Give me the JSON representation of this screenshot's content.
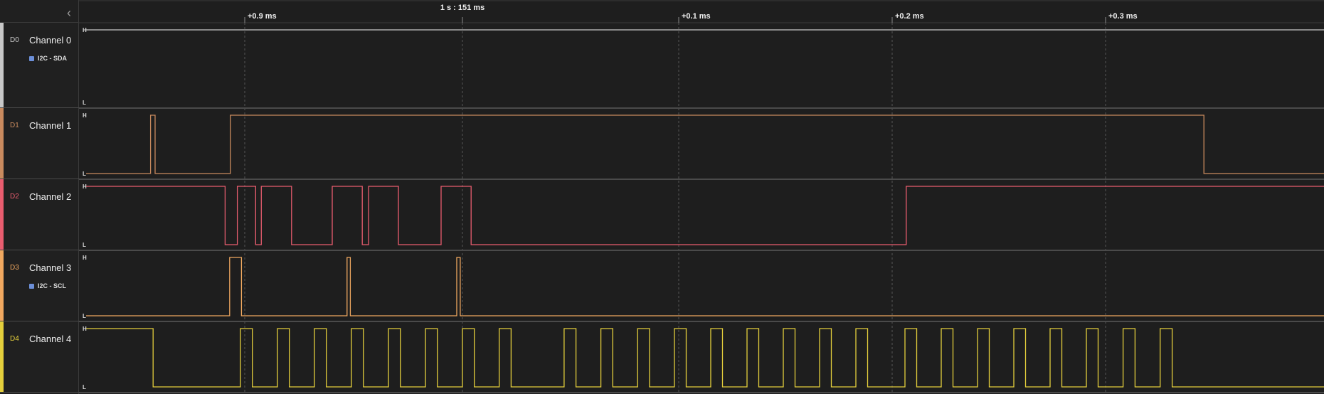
{
  "timeline": {
    "center_label": "1 s : 151 ms",
    "ticks": [
      {
        "label": "+0.9 ms",
        "t": 0.9
      },
      {
        "label": "+0.1 ms",
        "t": 1.1
      },
      {
        "label": "+0.2 ms",
        "t": 1.2
      },
      {
        "label": "+0.3 ms",
        "t": 1.3
      }
    ],
    "time_start": 0.824,
    "time_end": 1.4
  },
  "collapse_icon": "chevron-left-icon",
  "level_labels": {
    "high": "H",
    "low": "L"
  },
  "channels": [
    {
      "id": "D0",
      "name": "Channel 0",
      "color": "#c8c8c8",
      "analyzer": "I2C - SDA",
      "initial": 1,
      "transitions": []
    },
    {
      "id": "D1",
      "name": "Channel 1",
      "color": "#c98a5e",
      "analyzer": "",
      "initial": 0,
      "transitions": [
        0.8568,
        0.8589,
        0.8934,
        1.345
      ]
    },
    {
      "id": "D2",
      "name": "Channel 2",
      "color": "#e95d6f",
      "analyzer": "",
      "initial": 1,
      "transitions": [
        0.891,
        0.8966,
        0.905,
        0.9076,
        0.9215,
        0.9402,
        0.954,
        0.9569,
        0.9706,
        0.9902,
        1.004,
        1.2066
      ]
    },
    {
      "id": "D3",
      "name": "Channel 3",
      "color": "#f0a860",
      "analyzer": "I2C - SCL",
      "initial": 0,
      "transitions": [
        0.8931,
        0.8985,
        0.947,
        0.9485,
        0.9974,
        0.999
      ]
    },
    {
      "id": "D4",
      "name": "Channel 4",
      "color": "#e4cf3c",
      "analyzer": "",
      "initial": 1,
      "transitions": [
        0.858,
        0.898,
        0.9035,
        0.915,
        0.9205,
        0.932,
        0.9375,
        0.949,
        0.9545,
        0.966,
        0.9715,
        0.983,
        0.9885,
        1.0,
        1.0055,
        1.017,
        1.0225,
        1.047,
        1.0525,
        1.064,
        1.0695,
        1.081,
        1.0865,
        1.098,
        1.1035,
        1.115,
        1.1205,
        1.132,
        1.1375,
        1.149,
        1.1545,
        1.166,
        1.1715,
        1.183,
        1.1885,
        1.206,
        1.2115,
        1.223,
        1.2285,
        1.24,
        1.2455,
        1.257,
        1.2625,
        1.274,
        1.2795,
        1.291,
        1.2965,
        1.308,
        1.3135,
        1.325,
        1.3305
      ]
    }
  ]
}
